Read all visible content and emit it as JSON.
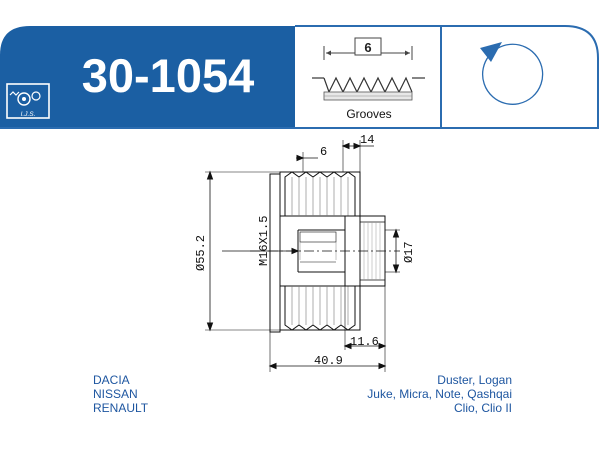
{
  "header": {
    "part_number": "30-1054",
    "logo_text": "I.J.S."
  },
  "grooves": {
    "count": "6",
    "label": "Grooves"
  },
  "rotation": {
    "icon": "rotation-arrow-icon"
  },
  "drawing": {
    "dim_outer_diameter": "Ø55.2",
    "dim_thread": "M16X1.5",
    "dim_bore": "Ø17",
    "dim_groove_count": "6",
    "dim_top_width": "14",
    "dim_hub_length": "11.6",
    "dim_total_length": "40.9"
  },
  "applications": [
    {
      "make": "DACIA",
      "models": "Duster, Logan"
    },
    {
      "make": "NISSAN",
      "models": "Juke, Micra, Note, Qashqai"
    },
    {
      "make": "RENAULT",
      "models": "Clio, Clio II"
    }
  ],
  "colors": {
    "brand_blue": "#1b5fa3",
    "frame_blue": "#2b6cb0",
    "text_blue": "#1e56a0"
  }
}
